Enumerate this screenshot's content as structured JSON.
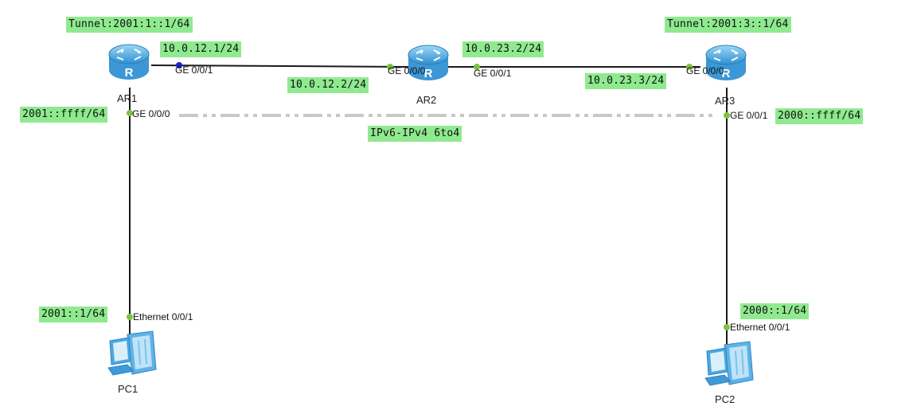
{
  "devices": {
    "ar1": {
      "name": "AR1",
      "icon": "router-icon"
    },
    "ar2": {
      "name": "AR2",
      "icon": "router-icon"
    },
    "ar3": {
      "name": "AR3",
      "icon": "router-icon"
    },
    "pc1": {
      "name": "PC1",
      "icon": "pc-icon"
    },
    "pc2": {
      "name": "PC2",
      "icon": "pc-icon"
    }
  },
  "address_labels": {
    "ar1_tunnel": "Tunnel:2001:1::1/64",
    "ar3_tunnel": "Tunnel:2001:3::1/64",
    "ar1_ge001": "10.0.12.1/24",
    "ar2_ge000": "10.0.12.2/24",
    "ar2_ge001": "10.0.23.2/24",
    "ar3_ge000": "10.0.23.3/24",
    "ar1_ge000": "2001::ffff/64",
    "ar3_ge001": "2000::ffff/64",
    "pc1": "2001::1/64",
    "pc2": "2000::1/64",
    "tunnel_link": "IPv6-IPv4 6to4"
  },
  "ports": {
    "ar1_ge001": "GE 0/0/1",
    "ar1_ge000": "GE 0/0/0",
    "ar2_ge000": "GE 0/0/0",
    "ar2_ge001": "GE 0/0/1",
    "ar3_ge000": "GE 0/0/0",
    "ar3_ge001": "GE 0/0/1",
    "pc1_eth": "Ethernet 0/0/1",
    "pc2_eth": "Ethernet 0/0/1"
  },
  "colors": {
    "label_bg": "#8fea8f",
    "link": "#1a1a1a",
    "tunnel": "#c8c8c8",
    "port_up": "#7dc242",
    "port_active": "#1a22cc",
    "router_body": "#4aa8e0",
    "pc_body": "#4aa8e0"
  }
}
